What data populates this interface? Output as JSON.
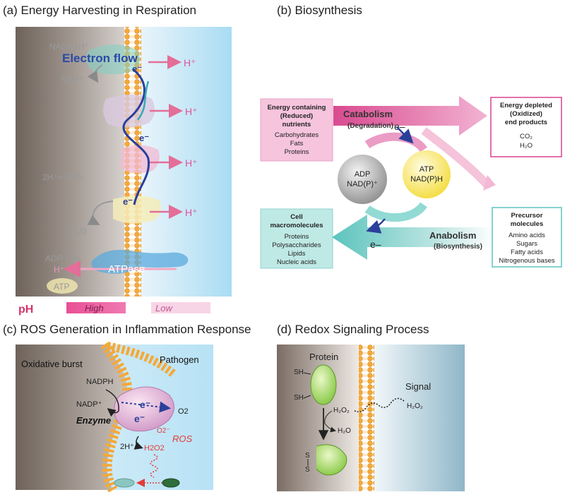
{
  "panels": {
    "a": {
      "title": "(a) Energy Harvesting in Respiration",
      "nadh": "NADH+H⁺",
      "electron_flow": "Electron flow",
      "nad": "NAD⁺",
      "e_minus": "e⁻",
      "h_plus": "H⁺",
      "oxygen_eq": "2H⁺+1/2O₂",
      "water": "H₂O",
      "adp_pi": "ADP + Pi",
      "atpase": "ATPase",
      "atp": "ATP",
      "ph_label": "pH",
      "ph_high": "High",
      "ph_low": "Low"
    },
    "b": {
      "title": "(b) Biosynthesis",
      "reduced_nutrients": {
        "heading1": "Energy containing",
        "heading2": "(Reduced)",
        "heading3": "nutrients",
        "items": [
          "Carbohydrates",
          "Fats",
          "Proteins"
        ]
      },
      "catabolism": "Catabolism",
      "degradation": "(Degradation)",
      "e_minus": "e–",
      "oxidized_products": {
        "heading1": "Energy depleted",
        "heading2": "(Oxidized)",
        "heading3": "end products",
        "items": [
          "CO₂",
          "H₂O"
        ]
      },
      "adp": "ADP",
      "nadp_plus": "NAD(P)⁺",
      "atp": "ATP",
      "nadph": "NAD(P)H",
      "cell_macromolecules": {
        "heading1": "Cell",
        "heading2": "macromolecules",
        "items": [
          "Proteins",
          "Polysaccharides",
          "Lipids",
          "Nucleic acids"
        ]
      },
      "anabolism": "Anabolism",
      "biosynthesis": "(Biosynthesis)",
      "precursor_molecules": {
        "heading1": "Precursor",
        "heading2": "molecules",
        "items": [
          "Amino acids",
          "Sugars",
          "Fatty acids",
          "Nitrogenous bases"
        ]
      }
    },
    "c": {
      "title": "(c) ROS Generation in Inflammation Response",
      "oxidative_burst": "Oxidative burst",
      "pathogen": "Pathogen",
      "nadph": "NADPH",
      "nadp_plus": "NADP⁺",
      "enzyme": "Enzyme",
      "e_minus": "e⁻",
      "o2": "O2",
      "o2_radical": "O2⁻",
      "ros": "ROS",
      "two_h": "2H⁺",
      "h2o2": "H2O2"
    },
    "d": {
      "title": "(d) Redox Signaling Process",
      "protein": "Protein",
      "sh": "SH",
      "signal": "Signal",
      "h2o2": "H₂O₂",
      "h2o": "H₂O",
      "s": "S"
    }
  },
  "colors": {
    "pink": "#e0559a",
    "light_pink": "#f3b8d3",
    "teal": "#5cc3bd",
    "blue_arrow": "#2a3f9a",
    "membrane_orange": "#f4a93a",
    "red_ros": "#e23b3b"
  }
}
